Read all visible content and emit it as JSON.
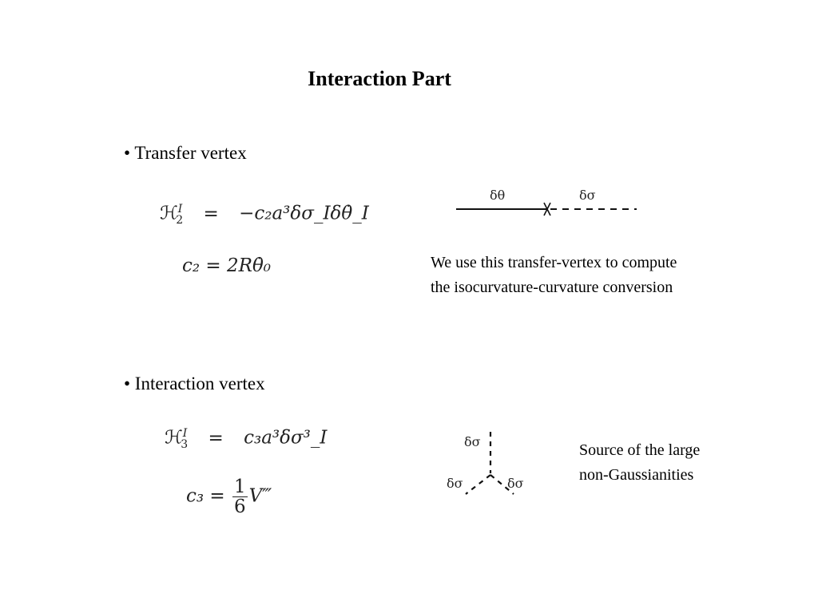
{
  "slide": {
    "title": "Interaction Part",
    "transfer": {
      "bullet": "• Transfer vertex",
      "eq1_lhs": "ℋ",
      "eq1_lhs_sup": "I",
      "eq1_lhs_sub": "2",
      "eq1_eq": "=",
      "eq1_rhs": "−c₂a³δσ_Iδθ̇_I",
      "eq2": "c₂ = 2Rθ̇₀",
      "diagram_left_label": "δθ",
      "diagram_right_label": "δσ",
      "note_line1": "We use this transfer-vertex to compute",
      "note_line2": "the isocurvature-curvature conversion"
    },
    "interaction": {
      "bullet": "• Interaction vertex",
      "eq1_lhs": "ℋ",
      "eq1_lhs_sup": "I",
      "eq1_lhs_sub": "3",
      "eq1_eq": "=",
      "eq1_rhs": "c₃a³δσ³_I",
      "eq2_lhs": "c₃ =",
      "eq2_num": "1",
      "eq2_den": "6",
      "eq2_rest": "V‴",
      "diagram_top_label": "δσ",
      "diagram_left_label": "δσ",
      "diagram_right_label": "δσ",
      "note_line1": "Source of the large",
      "note_line2": "non-Gaussianities"
    }
  }
}
